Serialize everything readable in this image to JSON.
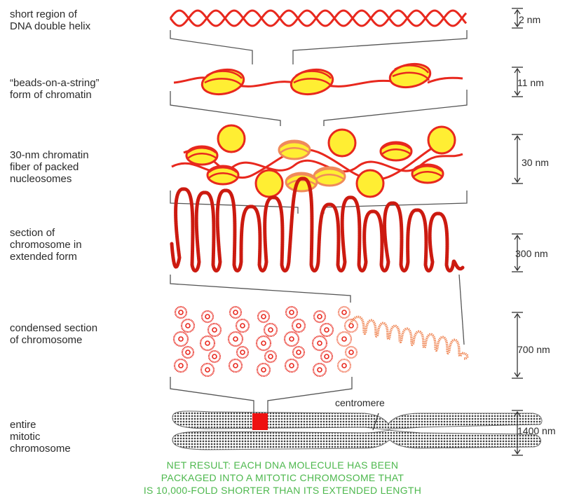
{
  "stages": [
    {
      "label": "short region of\nDNA double helix",
      "scale": "2 nm"
    },
    {
      "label": "“beads-on-a-string”\nform of chromatin",
      "scale": "11 nm"
    },
    {
      "label": "30-nm chromatin\nfiber of packed\nnucleosomes",
      "scale": "30 nm"
    },
    {
      "label": "section of\nchromosome in\nextended form",
      "scale": "300 nm"
    },
    {
      "label": "condensed section\nof chromosome",
      "scale": "700 nm"
    },
    {
      "label": "entire\nmitotic\nchromosome",
      "scale": "1400 nm"
    }
  ],
  "centromere_label": "centromere",
  "net_result": {
    "line1": "NET RESULT: EACH DNA MOLECULE HAS BEEN",
    "line2": "PACKAGED INTO A MITOTIC CHROMOSOME THAT",
    "line3": "IS 10,000-FOLD SHORTER THAN ITS EXTENDED LENGTH"
  },
  "colors": {
    "dna": "#e8281e",
    "dna_light": "#f08a5a",
    "bead": "#ffee33",
    "chromosome": "#5c5c5c",
    "centromere_band": "#ee1111",
    "note": "#4db84d"
  }
}
